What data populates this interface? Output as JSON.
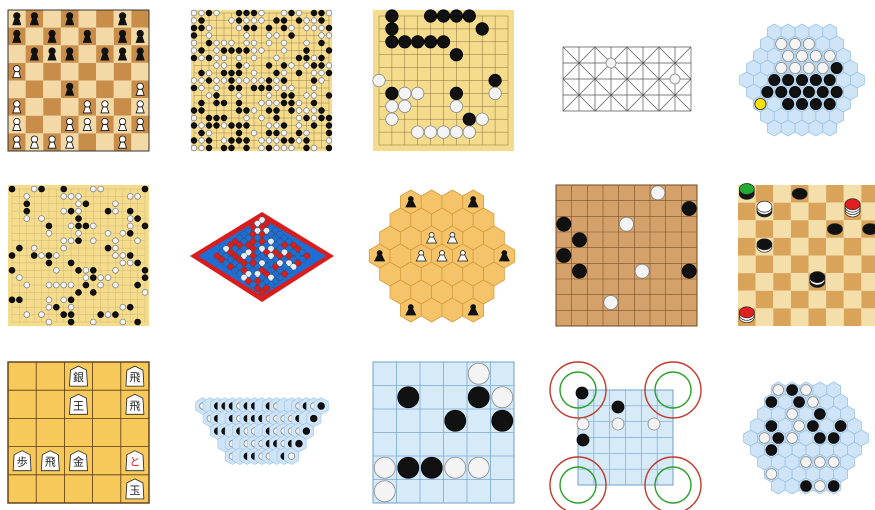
{
  "gallery": {
    "tiles": [
      {
        "id": "chess",
        "name": "chess-board-thumbnail"
      },
      {
        "id": "go-dense",
        "name": "go-board-dense-thumbnail"
      },
      {
        "id": "go-small",
        "name": "go-board-small-thumbnail"
      },
      {
        "id": "alquerque",
        "name": "alquerque-board-thumbnail"
      },
      {
        "id": "hex-blue-1",
        "name": "hex-board-blue-thumbnail"
      },
      {
        "id": "gomoku",
        "name": "gomoku-board-thumbnail"
      },
      {
        "id": "rhombus-hex",
        "name": "hex-rhombus-board-thumbnail"
      },
      {
        "id": "hexagonal-chess",
        "name": "hexagonal-chess-thumbnail"
      },
      {
        "id": "brown-grid",
        "name": "brown-grid-board-thumbnail"
      },
      {
        "id": "stacking-checkers",
        "name": "stacking-checkers-thumbnail"
      },
      {
        "id": "shogi",
        "name": "shogi-board-thumbnail"
      },
      {
        "id": "trapezoid-hex",
        "name": "trapezoid-hex-board-thumbnail"
      },
      {
        "id": "blue-grid",
        "name": "blue-grid-board-thumbnail"
      },
      {
        "id": "loop-board",
        "name": "loop-board-thumbnail"
      },
      {
        "id": "hex-blue-2",
        "name": "hex-board-blue-2-thumbnail"
      }
    ],
    "shogi_pieces": [
      {
        "label": "銀",
        "color": "#222222"
      },
      {
        "label": "飛",
        "color": "#222222"
      },
      {
        "label": "王",
        "color": "#222222"
      },
      {
        "label": "飛",
        "color": "#222222"
      },
      {
        "label": "歩",
        "color": "#222222"
      },
      {
        "label": "飛",
        "color": "#222222"
      },
      {
        "label": "金",
        "color": "#222222"
      },
      {
        "label": "と",
        "color": "#d22222"
      },
      {
        "label": "玉",
        "color": "#222222"
      }
    ],
    "colors": {
      "wood_light": "#f5dc8c",
      "wood_dark": "#d9a45a",
      "chess_light": "#f2d9a6",
      "chess_dark": "#c98d4a",
      "hex_blue": "#cfe4f7",
      "hex_orange": "#f5c46a",
      "black_stone": "#111111",
      "white_stone": "#f4f4f4",
      "blue_grid": "#d6eaf8",
      "brown_grid": "#d4a16a",
      "red_stone": "#e02020",
      "green_stone": "#22aa33"
    }
  }
}
